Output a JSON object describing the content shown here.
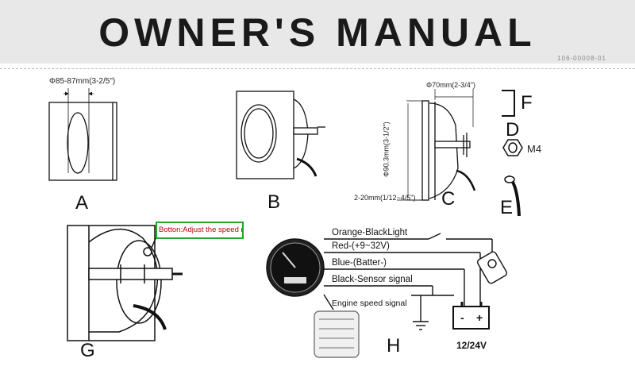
{
  "header": {
    "title": "OWNER'S  MANUAL",
    "doc_code": "106-00008-01"
  },
  "figures": {
    "A": {
      "label": "A",
      "dimension": "Φ85-87mm(3-2/5\")"
    },
    "B": {
      "label": "B"
    },
    "C": {
      "label": "C",
      "dimension_top": "Φ70mm(2-3/4\")",
      "dimension_side": "Φ90.3mm(3-1/2\")",
      "dimension_bottom": "2-20mm(1/12~4/5\")"
    },
    "D": {
      "label": "D",
      "part": "M4"
    },
    "E": {
      "label": "E"
    },
    "F": {
      "label": "F"
    },
    "G": {
      "label": "G",
      "callout": "Botton:Adjust the speed ratio"
    },
    "H": {
      "label": "H",
      "wires": {
        "orange": "Orange-BlackLight",
        "red": "Red-(+9~32V)",
        "blue": "Blue-(Batter-)",
        "black": "Black-Sensor signal",
        "engine": "Engine speed signal"
      },
      "battery_voltage": "12/24V",
      "battery_polarity": {
        "negative": "-",
        "positive": "+"
      }
    }
  },
  "colors": {
    "header_bg": "#e8e8e8",
    "callout_border": "#27a427",
    "callout_text": "#c00000"
  }
}
